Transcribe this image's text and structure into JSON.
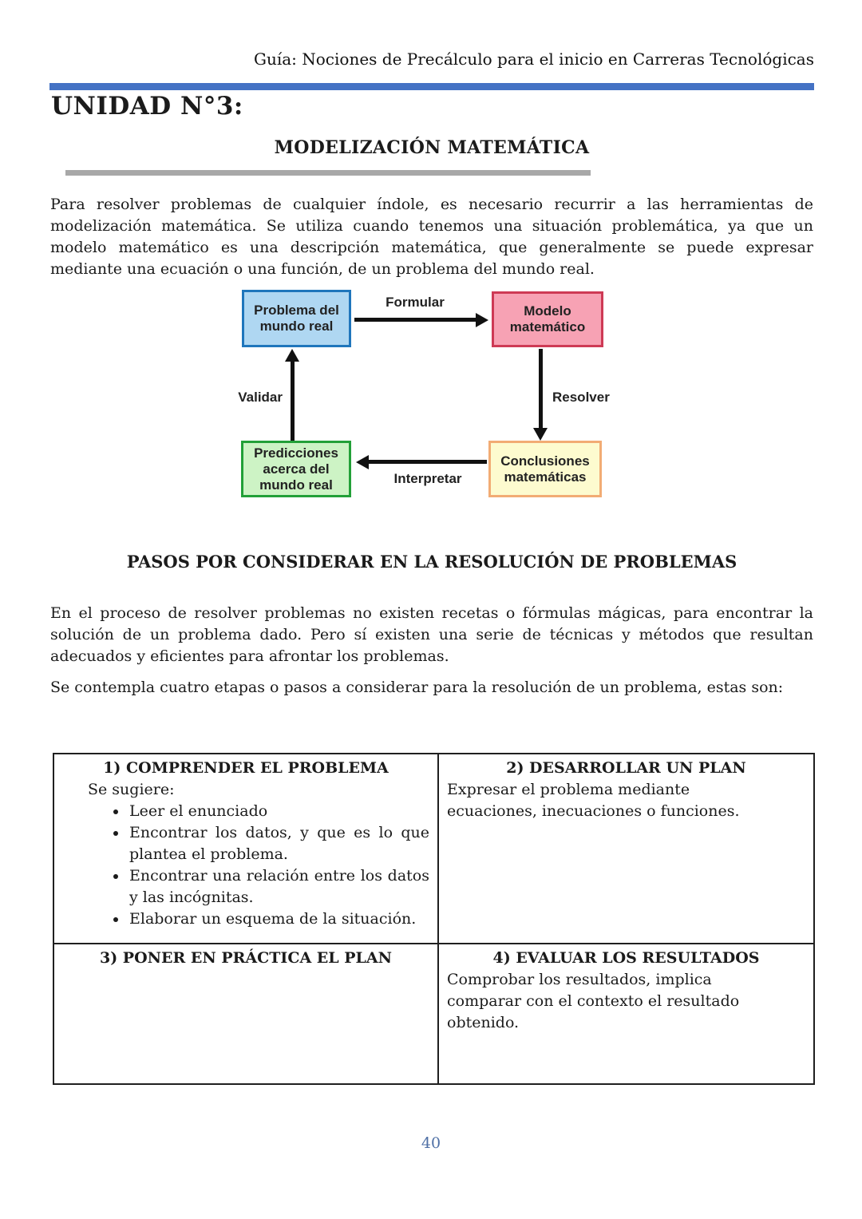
{
  "header": {
    "title": "Guía: Nociones de Precálculo para el inicio en Carreras Tecnológicas"
  },
  "unit": {
    "title": "UNIDAD N°3:",
    "section_title": "MODELIZACIÓN MATEMÁTICA"
  },
  "intro": {
    "paragraph": "Para resolver problemas de cualquier índole, es necesario recurrir a las herramientas de modelización matemática. Se utiliza cuando tenemos una situación problemática, ya que un modelo matemático es una descripción matemática, que generalmente se puede expresar mediante una ecuación o una función, de un problema del mundo real."
  },
  "diagram": {
    "boxes": {
      "problema": {
        "label": "Problema del\nmundo real",
        "fill": "#AFD7F2",
        "border": "#1F76BC"
      },
      "modelo": {
        "label": "Modelo\nmatemático",
        "fill": "#F7A2B4",
        "border": "#CE3A55"
      },
      "predicciones": {
        "label": "Predicciones\nacerca del\nmundo real",
        "fill": "#CDF3C5",
        "border": "#22A038"
      },
      "conclusiones": {
        "label": "Conclusiones\nmatemáticas",
        "fill": "#FDFBCF",
        "border": "#F2AC74"
      }
    },
    "labels": {
      "formular": "Formular",
      "resolver": "Resolver",
      "interpretar": "Interpretar",
      "validar": "Validar"
    }
  },
  "steps": {
    "heading": "PASOS POR CONSIDERAR EN LA RESOLUCIÓN DE PROBLEMAS",
    "paragraph1": "En el proceso de resolver problemas no existen recetas o fórmulas mágicas, para encontrar la solución de un problema dado. Pero sí existen una serie de técnicas y métodos que resultan adecuados y eficientes para afrontar los problemas.",
    "paragraph2": "Se contempla cuatro etapas o pasos a considerar para la resolución de un problema, estas son:"
  },
  "table": {
    "cell1": {
      "title": "1) COMPRENDER EL PROBLEMA",
      "subtitle": "Se sugiere:",
      "bullets": [
        "Leer el enunciado",
        "Encontrar los datos, y que es lo que plantea el problema.",
        "Encontrar una relación entre los datos y las incógnitas.",
        "Elaborar un esquema de la situación."
      ]
    },
    "cell2": {
      "title": "2) DESARROLLAR UN PLAN",
      "body": "Expresar el problema mediante\necuaciones, inecuaciones o funciones."
    },
    "cell3": {
      "title": "3) PONER EN PRÁCTICA EL PLAN"
    },
    "cell4": {
      "title": "4) EVALUAR LOS RESULTADOS",
      "body": "Comprobar los resultados, implica\ncomparar con el contexto el resultado\nobtenido."
    }
  },
  "footer": {
    "page_number": "40"
  },
  "colors": {
    "accent_bar": "#4472C4",
    "section_rule": "#A8A8A8",
    "table_border": "#1F1F1F",
    "page_number": "#4E6FA5"
  }
}
